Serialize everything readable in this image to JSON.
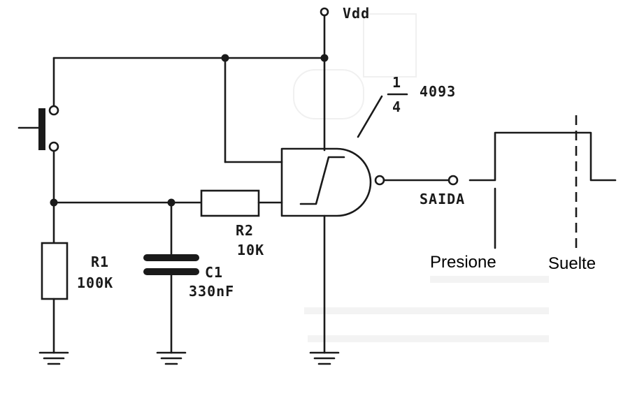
{
  "labels": {
    "vdd": "Vdd",
    "fraction_num": "1",
    "fraction_den": "4",
    "ic": "4093",
    "output": "SAIDA",
    "r1_name": "R1",
    "r1_value": "100K",
    "r2_name": "R2",
    "r2_value": "10K",
    "c1_name": "C1",
    "c1_value": "330nF",
    "press": "Presione",
    "release": "Suelte"
  },
  "colors": {
    "ink": "#1a1a1a",
    "background": "#ffffff"
  }
}
